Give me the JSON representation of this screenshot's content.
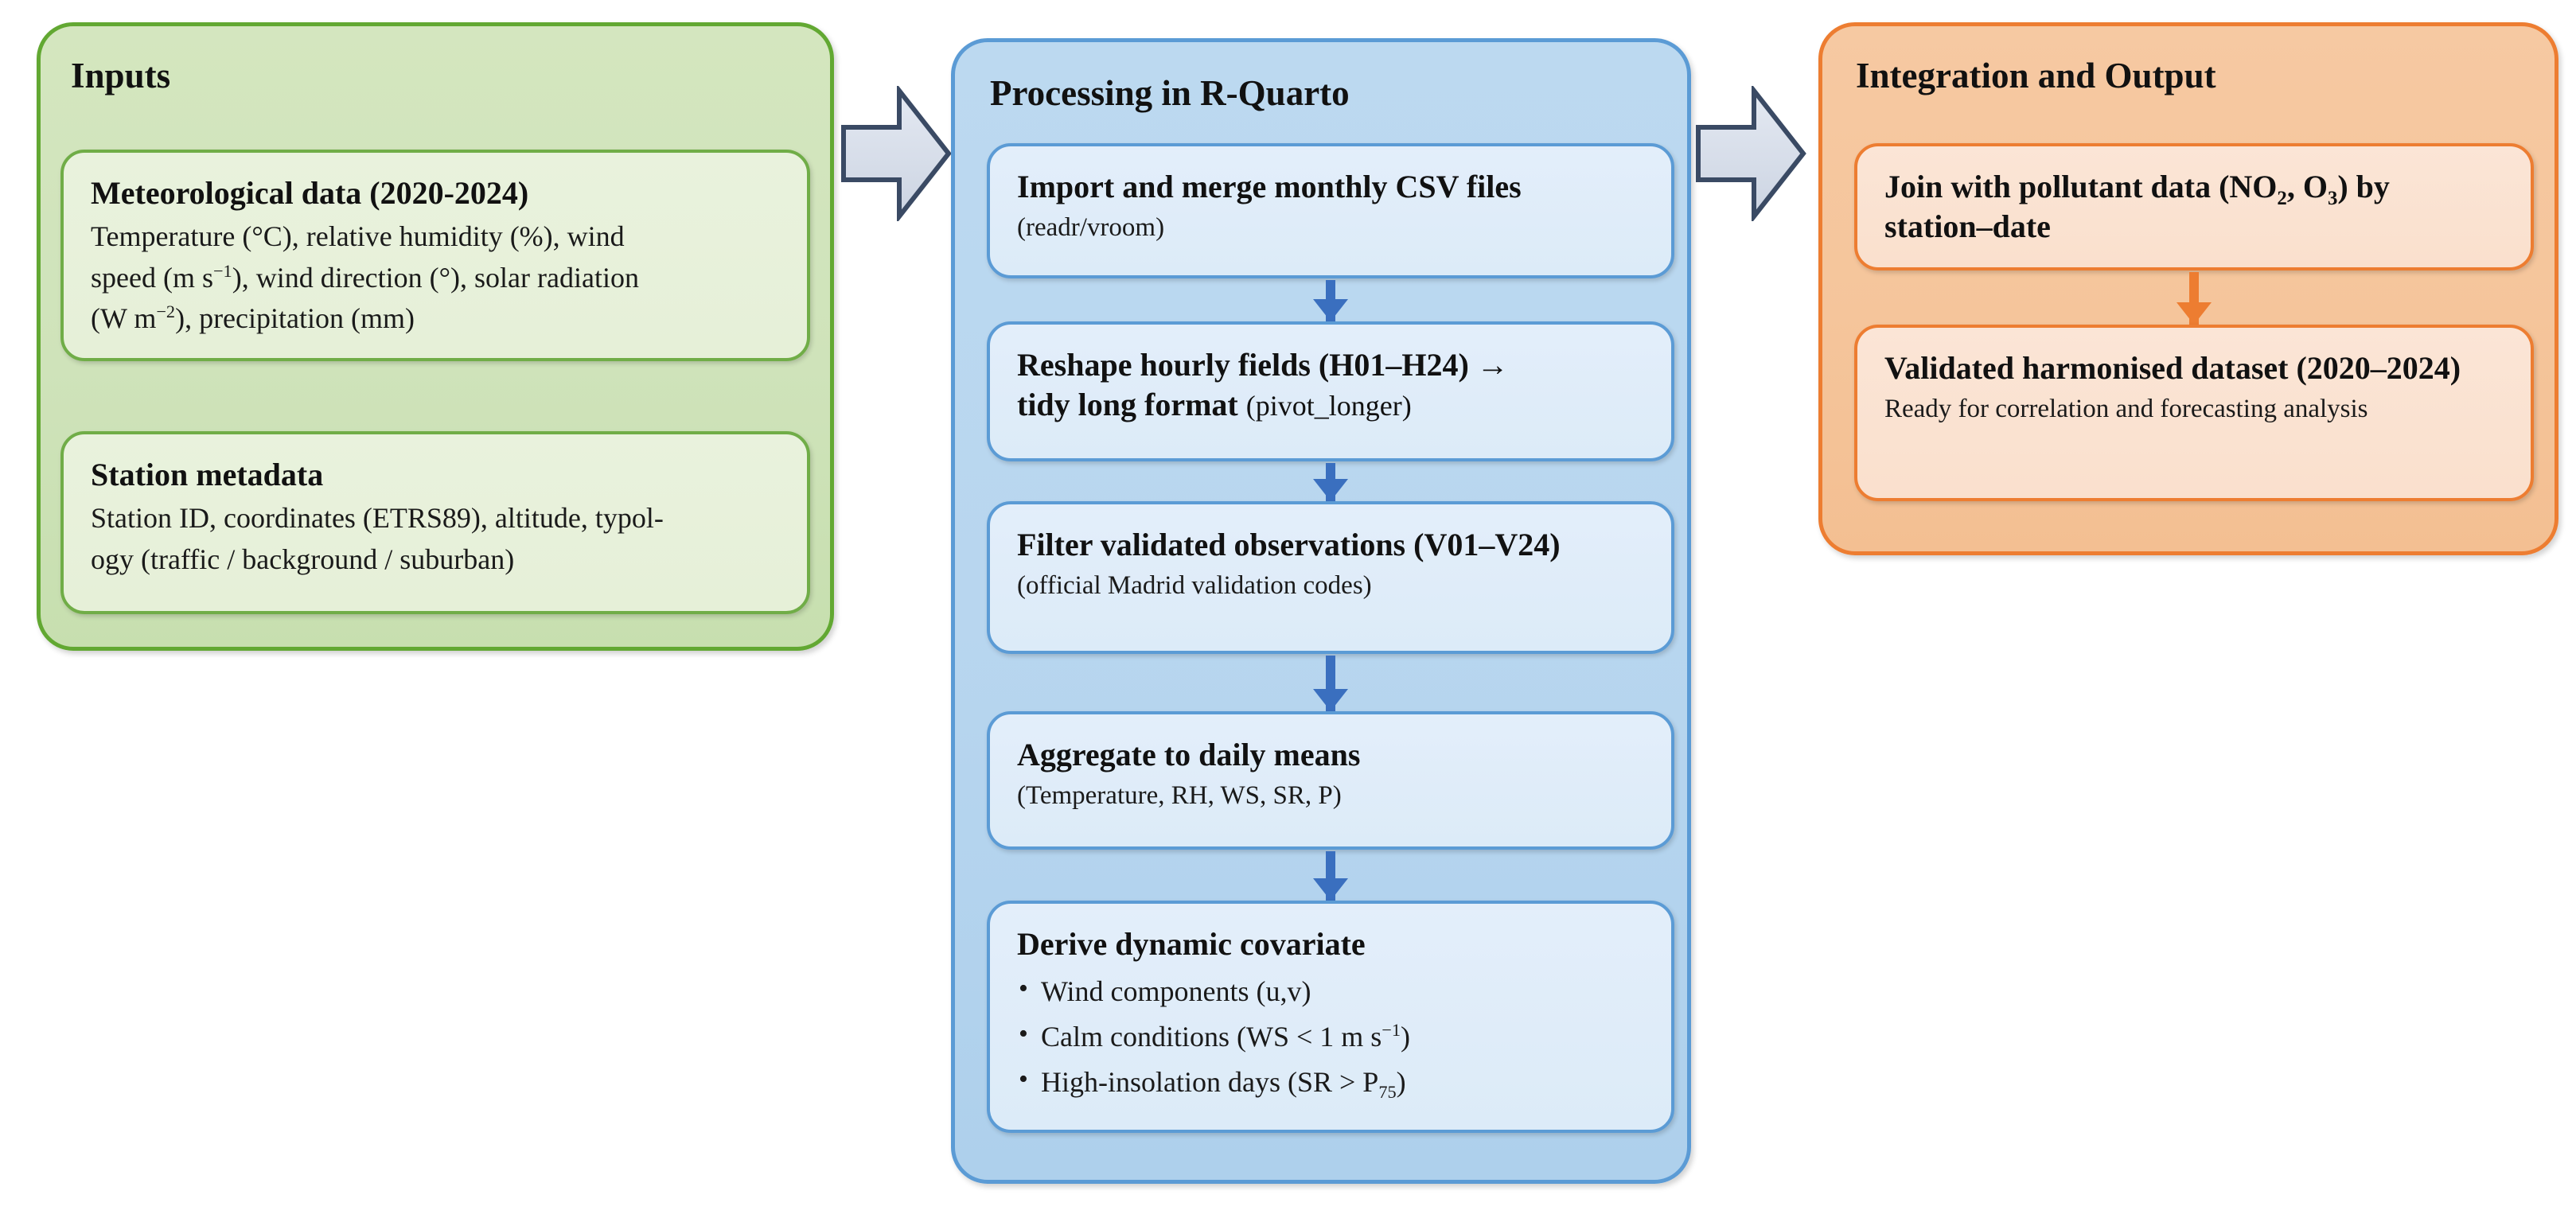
{
  "colors": {
    "green_border": "#62a832",
    "green_fill": "#cfe3ba",
    "green_card_fill": "#e6f0d8",
    "blue_border": "#5b9bd5",
    "blue_fill": "#b8d6ef",
    "blue_card_fill": "#dcebf8",
    "blue_arrow": "#3a6fbf",
    "orange_border": "#ed7d31",
    "orange_fill": "#f5c59b",
    "orange_card_fill": "#fae0cd",
    "orange_arrow": "#ed7d31",
    "block_arrow_fill": "#d6dce8",
    "block_arrow_border": "#3a4a64"
  },
  "inputs": {
    "title": "Inputs",
    "cards": [
      {
        "title": "Meteorological data (2020-2024)",
        "body_line1": "Temperature (°C), relative humidity (%), wind",
        "body_line2_a": "speed (m s",
        "body_line2_sup": "−1",
        "body_line2_b": "), wind direction (°), solar radiation",
        "body_line3_a": "(W m",
        "body_line3_sup": "−2",
        "body_line3_b": "), precipitation (mm)"
      },
      {
        "title": "Station metadata",
        "body_line1": "Station ID, coordinates (ETRS89), altitude, typol-",
        "body_line2": "ogy (traffic / background / suburban)"
      }
    ]
  },
  "processing": {
    "title": "Processing in R-Quarto",
    "steps": [
      {
        "title": "Import and merge monthly CSV files",
        "note": "(readr/vroom)"
      },
      {
        "title_line1": "Reshape hourly fields (H01–H24) →",
        "title_line2": "tidy long format",
        "title_line2_sub": "(pivot_longer)"
      },
      {
        "title": "Filter validated observations (V01–V24)",
        "note": "(official Madrid validation codes)"
      },
      {
        "title": "Aggregate to daily means",
        "note": "(Temperature, RH, WS, SR, P)"
      },
      {
        "title": "Derive dynamic covariate",
        "bullets": [
          {
            "text_a": "Wind components (u,v)",
            "sup": "",
            "text_b": ""
          },
          {
            "text_a": "Calm conditions (WS < 1 m s",
            "sup": "−1",
            "text_b": ")"
          },
          {
            "text_a": "High-insolation days (SR > P",
            "sub": "75",
            "text_b": ")"
          }
        ]
      }
    ]
  },
  "output": {
    "title": "Integration and Output",
    "cards": [
      {
        "title_a": "Join with pollutant data (NO",
        "title_sub1": "2",
        "title_b": ", O",
        "title_sub2": "3",
        "title_c": ") by station–date"
      },
      {
        "title": "Validated harmonised dataset (2020–2024)",
        "note": "Ready for correlation and forecasting analysis"
      }
    ]
  },
  "connectors": {
    "block_arrow_1": "arrow-inputs-to-processing",
    "block_arrow_2": "arrow-processing-to-output",
    "vertical_blue": "arrow-down",
    "vertical_orange": "arrow-down"
  }
}
